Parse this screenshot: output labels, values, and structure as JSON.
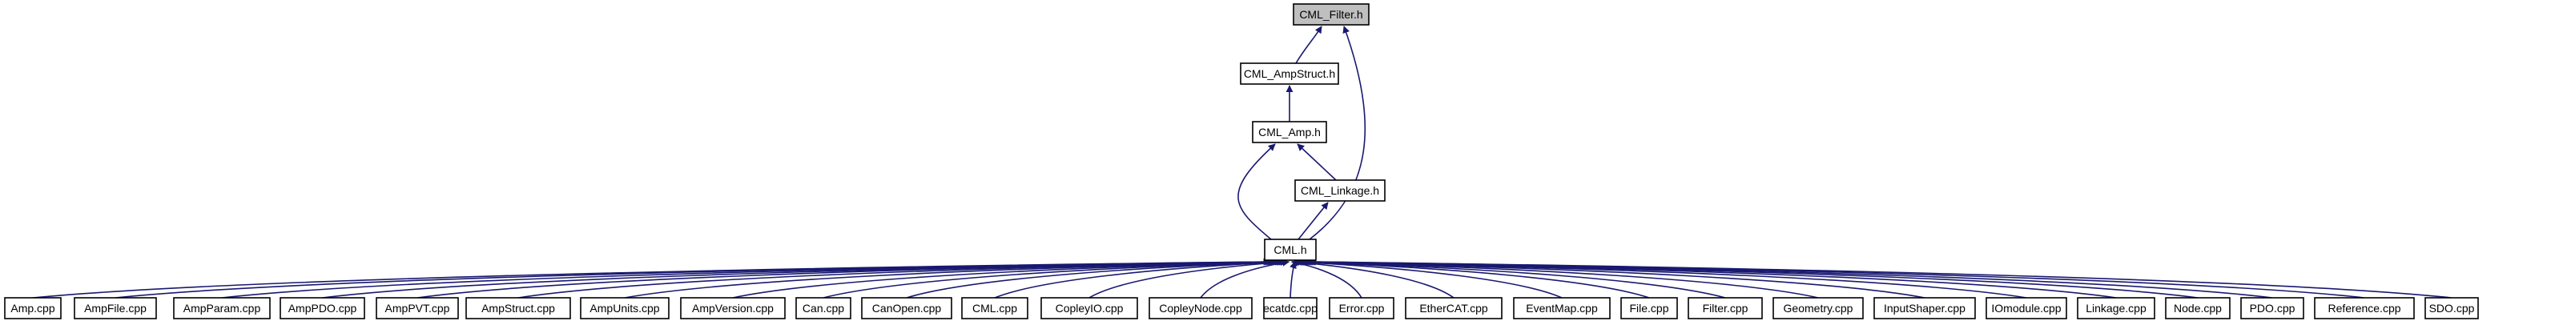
{
  "diagram": {
    "root": "CML_Filter.h",
    "chain": [
      "CML_AmpStruct.h",
      "CML_Amp.h",
      "CML_Linkage.h",
      "CML.h"
    ],
    "sources": [
      "Amp.cpp",
      "AmpFile.cpp",
      "AmpParam.cpp",
      "AmpPDO.cpp",
      "AmpPVT.cpp",
      "AmpStruct.cpp",
      "AmpUnits.cpp",
      "AmpVersion.cpp",
      "Can.cpp",
      "CanOpen.cpp",
      "CML.cpp",
      "CopleyIO.cpp",
      "CopleyNode.cpp",
      "ecatdc.cpp",
      "Error.cpp",
      "EtherCAT.cpp",
      "EventMap.cpp",
      "File.cpp",
      "Filter.cpp",
      "Geometry.cpp",
      "InputShaper.cpp",
      "IOmodule.cpp",
      "Linkage.cpp",
      "Node.cpp",
      "PDO.cpp",
      "Reference.cpp",
      "SDO.cpp"
    ],
    "colors": {
      "edge": "#191970",
      "root_fill": "#bfbfbf",
      "node_fill": "#ffffff",
      "border": "#000000"
    }
  }
}
